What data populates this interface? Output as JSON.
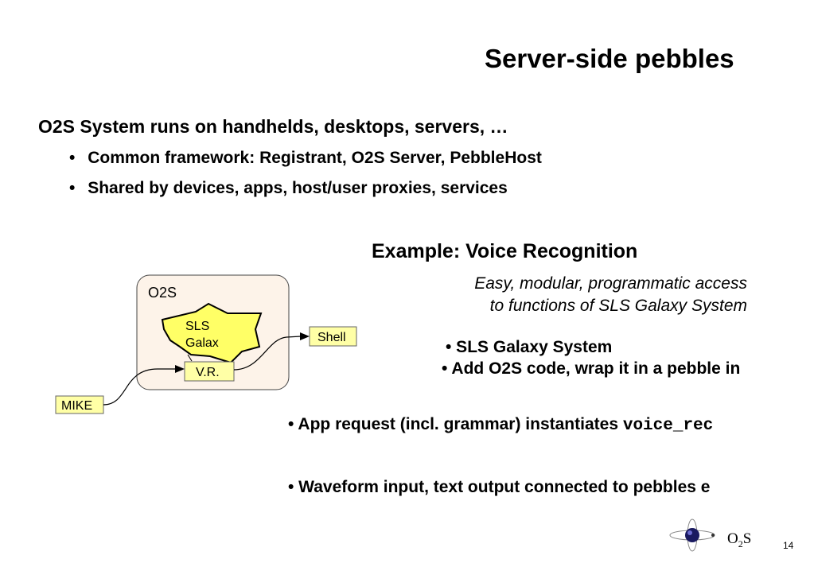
{
  "slide": {
    "title": "Server-side pebbles",
    "heading": "O2S System runs on handhelds, desktops, servers, …",
    "bullets": [
      "Common framework: Registrant, O2S Server, PebbleHost",
      "Shared by devices, apps, host/user proxies, services"
    ],
    "example": {
      "title": "Example: Voice Recognition",
      "subtitle_line1": "Easy, modular, programmatic access",
      "subtitle_line2": "to functions of SLS Galaxy System",
      "point1": "• SLS Galaxy System",
      "point2": "• Add O2S code, wrap it in a pebble in",
      "point3_prefix": "• App request (incl. grammar) instantiates ",
      "point3_code": "voice_rec",
      "point4": "• Waveform input, text output connected to pebbles e"
    },
    "diagram": {
      "container_label": "O2S",
      "sls_line1": "SLS",
      "sls_line2": "Galax",
      "vr_label": "V.R.",
      "shell_label": "Shell",
      "mike_label": "MIKE"
    },
    "logo": {
      "text_main": "O",
      "text_sub": "2",
      "text_end": "S"
    },
    "page_number": "14",
    "colors": {
      "container_fill": "#fdf3e9",
      "box_fill": "#ffffa6",
      "star_fill": "#ffff66"
    }
  }
}
